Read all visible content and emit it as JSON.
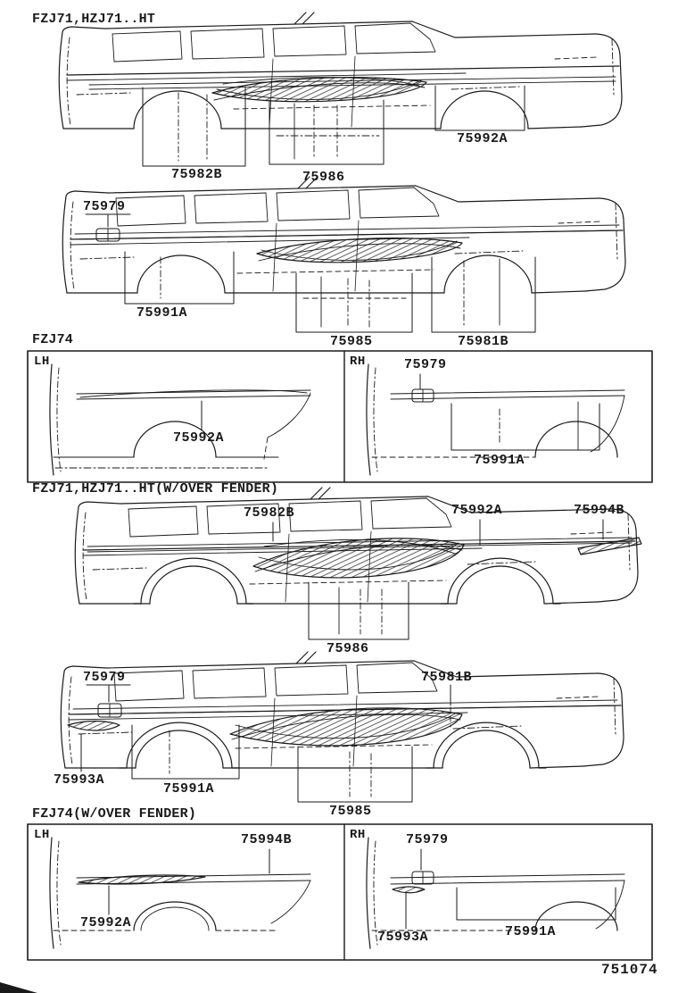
{
  "page": {
    "diagram_number": "751074",
    "background_color": "#ffffff",
    "line_color": "#1a1a1a"
  },
  "sections": [
    {
      "title": "FZJ71,HZJ71..HT",
      "callouts": [
        "75982B",
        "75986",
        "75992A",
        "75979",
        "75991A",
        "75985",
        "75981B"
      ]
    },
    {
      "title": "FZJ74",
      "side_labels": {
        "left": "LH",
        "right": "RH"
      },
      "callouts": [
        "75979",
        "75992A",
        "75991A"
      ]
    },
    {
      "title": "FZJ71,HZJ71..HT(W/OVER FENDER)",
      "callouts": [
        "75982B",
        "75992A",
        "75994B",
        "75986",
        "75979",
        "75981B",
        "75993A",
        "75991A",
        "75985"
      ]
    },
    {
      "title": "FZJ74(W/OVER FENDER)",
      "side_labels": {
        "left": "LH",
        "right": "RH"
      },
      "callouts": [
        "75994B",
        "75979",
        "75992A",
        "75993A",
        "75991A"
      ]
    }
  ]
}
